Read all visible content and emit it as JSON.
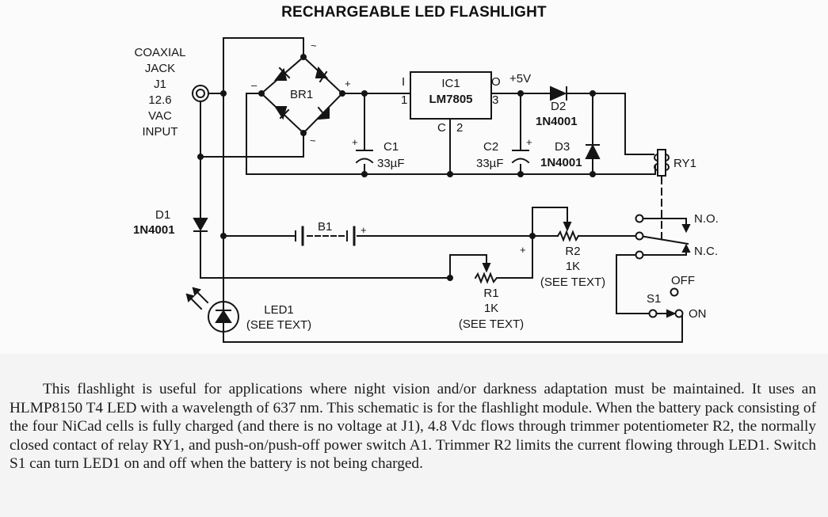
{
  "title": "RECHARGEABLE LED FLASHLIGHT",
  "schematic": {
    "input_label": [
      "COAXIAL",
      "JACK",
      "J1",
      "12.6",
      "VAC",
      "INPUT"
    ],
    "bridge": {
      "ref": "BR1",
      "ac_top": "~",
      "ac_bottom": "~",
      "neg": "–",
      "pos": "+"
    },
    "c1": {
      "ref": "C1",
      "value": "33µF",
      "polarity": "+"
    },
    "ic1": {
      "ref": "IC1",
      "part": "LM7805",
      "pin_in_letter": "I",
      "pin_in_num": "1",
      "pin_out_letter": "O",
      "pin_out_num": "3",
      "pin_com_letter": "C",
      "pin_com_num": "2"
    },
    "rail_label": "+5V",
    "c2": {
      "ref": "C2",
      "value": "33µF",
      "polarity": "+"
    },
    "d2": {
      "ref": "D2",
      "part": "1N4001"
    },
    "d3": {
      "ref": "D3",
      "part": "1N4001"
    },
    "relay": {
      "ref": "RY1",
      "no_label": "N.O.",
      "nc_label": "N.C."
    },
    "d1": {
      "ref": "D1",
      "part": "1N4001"
    },
    "battery": {
      "ref": "B1",
      "polarity": "+"
    },
    "r2": {
      "ref": "R2",
      "value": "1K",
      "note": "(SEE TEXT)",
      "polarity": "+"
    },
    "r1": {
      "ref": "R1",
      "value": "1K",
      "note": "(SEE TEXT)"
    },
    "led": {
      "ref": "LED1",
      "note": "(SEE TEXT)"
    },
    "switch": {
      "ref": "S1",
      "off_label": "OFF",
      "on_label": "ON"
    }
  },
  "description": "This flashlight is useful for applications where night vision and/or darkness adaptation must be maintained. It uses an HLMP8150 T4 LED with a wavelength of 637 nm. This schematic is for the flashlight module. When the battery pack consisting of the four NiCad cells is fully charged (and there is no voltage at J1), 4.8 Vdc flows through trimmer potentiometer R2, the normally closed contact of relay RY1, and push-on/push-off power switch A1. Trimmer R2 limits the current flowing through LED1. Switch S1 can turn LED1 on and off when the battery is not being charged."
}
